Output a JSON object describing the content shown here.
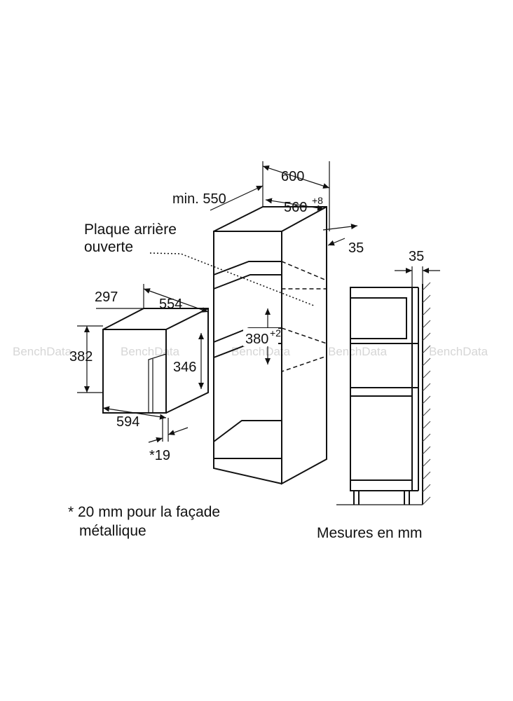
{
  "watermark": "BenchData",
  "microwave": {
    "depth": "297",
    "width_top": "554",
    "height_outer": "382",
    "height_inner": "346",
    "width_front": "594",
    "door_note": "*19"
  },
  "cabinet": {
    "depth_min_label": "min. 550",
    "width": "600",
    "niche_width": "560",
    "niche_width_tol": "+8",
    "side_gap": "35",
    "niche_height": "380",
    "niche_height_tol": "+2",
    "back_panel_label_line1": "Plaque arrière",
    "back_panel_label_line2": "ouverte"
  },
  "side_view": {
    "gap": "35"
  },
  "footnote": {
    "line1": "* 20 mm pour la façade",
    "line2": "métallique"
  },
  "units_label": "Mesures en mm",
  "icons": [
    "arrow-icon"
  ]
}
